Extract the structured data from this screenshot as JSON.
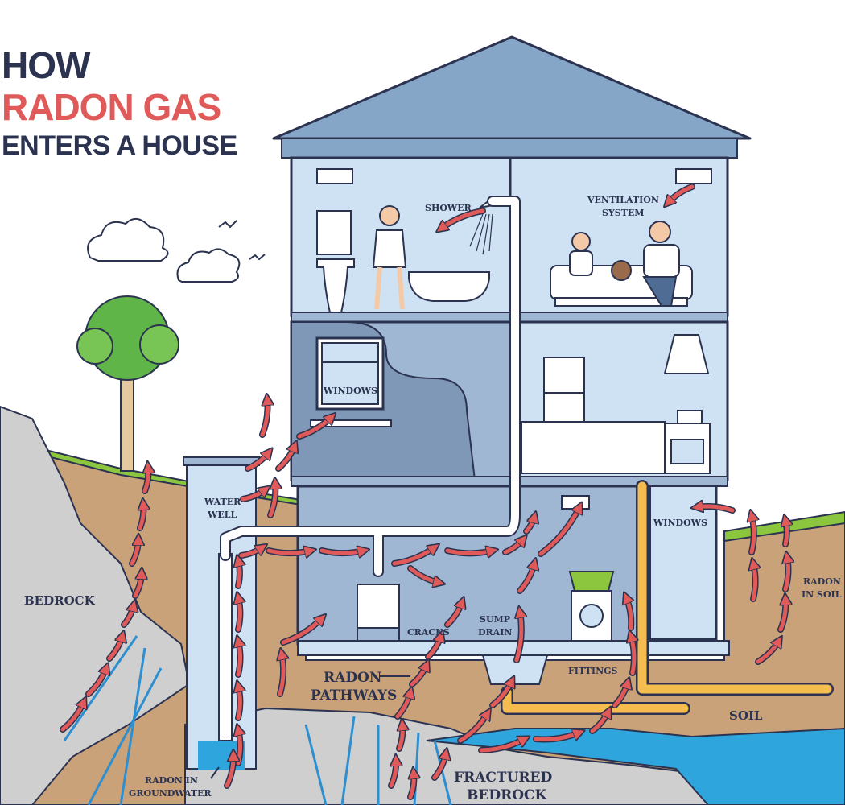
{
  "title": {
    "line1": "HOW",
    "line2": "RADON GAS",
    "line3": "ENTERS A HOUSE"
  },
  "colors": {
    "title_dark": "#2b3350",
    "title_accent": "#df5a58",
    "arrow": "#df5a58",
    "pipe_yellow": "#f5bd4f",
    "groundwater": "#2ea6dd",
    "soil": "#c9a27a",
    "bedrock": "#cfcfcf",
    "house_light": "#cfe2f3",
    "house_mid": "#9fb7d2"
  },
  "labels": {
    "shower": "SHOWER",
    "ventilation_1": "VENTILATION",
    "ventilation_2": "SYSTEM",
    "windows_upper": "WINDOWS",
    "windows_basement": "WINDOWS",
    "water_well_1": "WATER",
    "water_well_2": "WELL",
    "bedrock": "BEDROCK",
    "cracks": "CRACKS",
    "sump_1": "SUMP",
    "sump_2": "DRAIN",
    "fittings": "FITTINGS",
    "radon_soil_1": "RADON",
    "radon_soil_2": "IN SOIL",
    "pathways_1": "RADON",
    "pathways_2": "PATHWAYS",
    "soil": "SOIL",
    "groundwater_1": "RADON IN",
    "groundwater_2": "GROUNDWATER",
    "fractured_1": "FRACTURED",
    "fractured_2": "BEDROCK"
  }
}
